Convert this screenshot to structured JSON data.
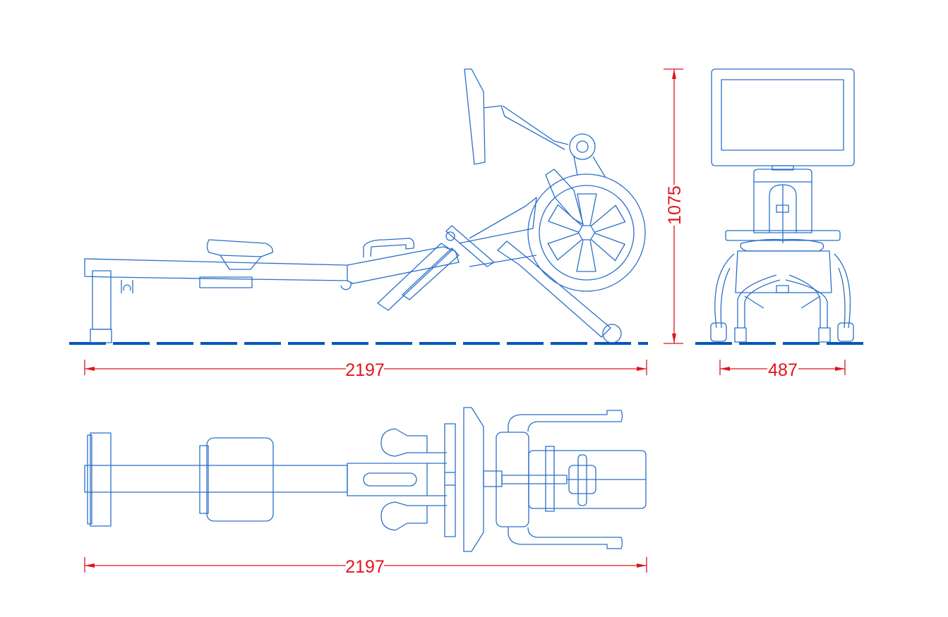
{
  "dimensions": {
    "side_length": "2197",
    "height": "1075",
    "width": "487",
    "top_length": "2197"
  },
  "colors": {
    "outline": "#2a6fc9",
    "ground": "#0057b8",
    "dimension": "#e0141e"
  }
}
